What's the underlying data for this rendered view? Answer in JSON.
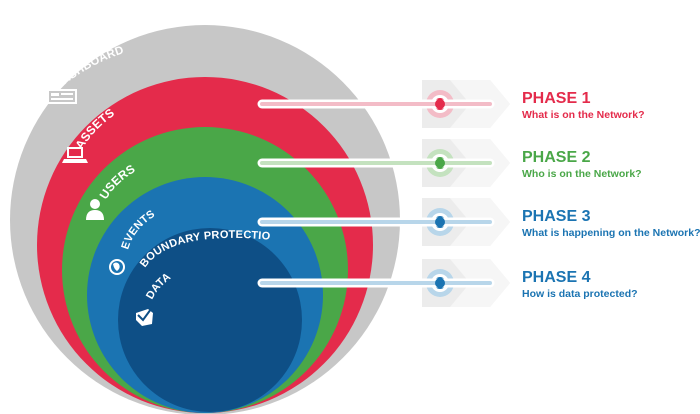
{
  "layers": [
    {
      "id": "dashboard",
      "label": "DASHBOARD",
      "color": "#c7c7c7"
    },
    {
      "id": "assets",
      "label": "ASSETS",
      "color": "#e42b4b"
    },
    {
      "id": "users",
      "label": "USERS",
      "color": "#4aa748"
    },
    {
      "id": "events",
      "label_line1": "EVENTS &",
      "label_line2": "BOUNDARY PROTECTION",
      "color": "#1b74b2"
    },
    {
      "id": "data",
      "label": "DATA",
      "color": "#0e4f86"
    }
  ],
  "phases": [
    {
      "title": "PHASE 1",
      "question": "What is on the Network?",
      "color": "#e42b4b",
      "pale": "#f3bcc7"
    },
    {
      "title": "PHASE 2",
      "question": "Who is on the Network?",
      "color": "#4aa748",
      "pale": "#c4e2bf"
    },
    {
      "title": "PHASE 3",
      "question": "What is happening on the Network?",
      "color": "#1b74b2",
      "pale": "#b8d6ea"
    },
    {
      "title": "PHASE 4",
      "question": "How is data protected?",
      "color": "#1b74b2",
      "pale": "#b8d6ea"
    }
  ],
  "icons": {
    "dashboard": "monitor-icon",
    "assets": "laptop-icon",
    "users": "person-icon",
    "events": "globe-icon",
    "data": "shield-lock-icon",
    "target": "target-icon"
  }
}
